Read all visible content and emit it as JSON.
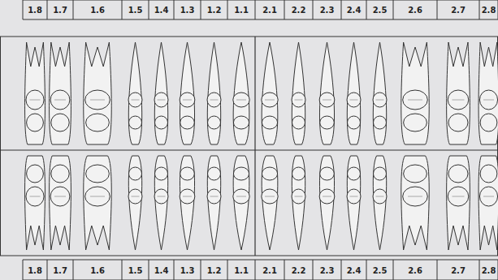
{
  "diagram": {
    "labels": [
      "1.8",
      "1.7",
      "1.6",
      "1.5",
      "1.4",
      "1.3",
      "1.2",
      "1.1",
      "2.1",
      "2.2",
      "2.3",
      "2.4",
      "2.5",
      "2.6",
      "2.7",
      "2.8",
      "1.8",
      "1.7",
      "1.6",
      "1.5",
      "1.4",
      "1.3",
      "1.2",
      "1.1",
      "2.1",
      "2.2",
      "2.3",
      "2.4",
      "2.5",
      "2.6",
      "2.7",
      "2.8"
    ]
  }
}
